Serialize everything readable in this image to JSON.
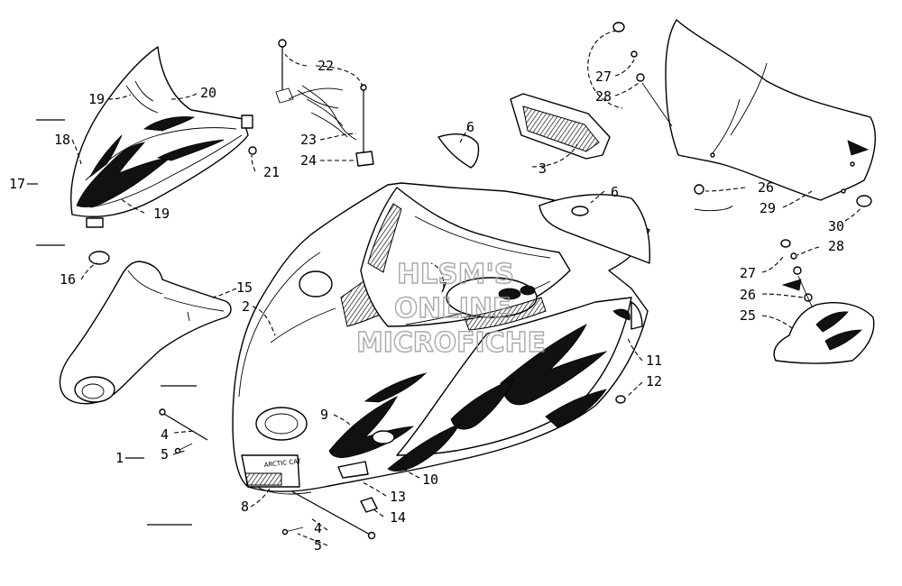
{
  "watermark": {
    "line1": "HLSM'S",
    "line2": "ONLINE",
    "line3": "MICROFICHE"
  },
  "decal_text": "ARCTIC CAT",
  "callouts": {
    "c1": "1",
    "c2": "2",
    "c3": "3",
    "c4a": "4",
    "c4b": "4",
    "c5a": "5",
    "c5b": "5",
    "c6a": "6",
    "c6b": "6",
    "c7": "7",
    "c8": "8",
    "c9": "9",
    "c10": "10",
    "c11": "11",
    "c12": "12",
    "c13": "13",
    "c14": "14",
    "c15": "15",
    "c16": "16",
    "c17": "17",
    "c18": "18",
    "c19a": "19",
    "c19b": "19",
    "c20": "20",
    "c21": "21",
    "c22": "22",
    "c23": "23",
    "c24": "24",
    "c25": "25",
    "c26a": "26",
    "c26b": "26",
    "c27a": "27",
    "c27b": "27",
    "c28a": "28",
    "c28b": "28",
    "c29": "29",
    "c30": "30"
  }
}
